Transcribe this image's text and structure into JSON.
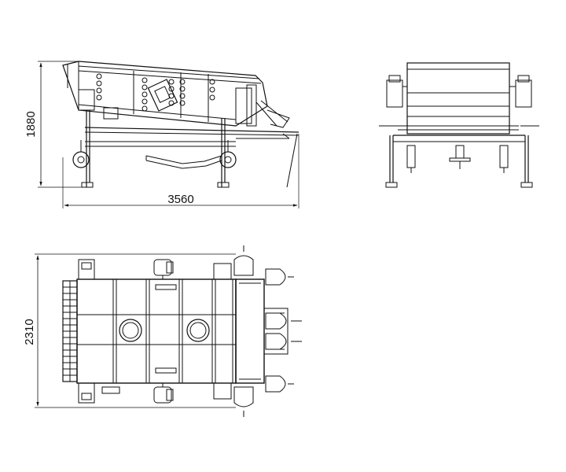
{
  "drawing": {
    "dimensions": {
      "side_height": "1880",
      "side_length": "3560",
      "top_width": "2310"
    },
    "colors": {
      "line": "#111111",
      "fill": "#ffffff",
      "background": "#ffffff"
    },
    "views": [
      "side-view",
      "end-view",
      "top-view"
    ]
  }
}
